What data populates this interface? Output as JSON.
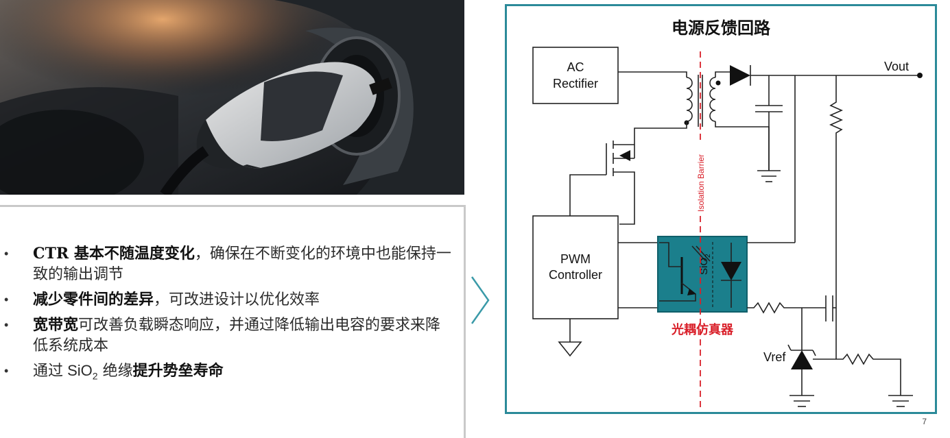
{
  "bullets": [
    {
      "bold": "CTR 基本不随温度变化",
      "rest": "，确保在不断变化的环境中也能保持一致的输出调节"
    },
    {
      "bold": "减少零件间的差异",
      "rest": "，可改进设计以优化效率"
    },
    {
      "bold": "宽带宽",
      "rest": "可改善负载瞬态响应，并通过降低输出电容的要求来降低系统成本"
    },
    {
      "pre": "通过 SiO",
      "sub": "2",
      "mid": " 绝缘",
      "bold": "提升势垒寿命"
    }
  ],
  "diagram": {
    "title": "电源反馈回路",
    "ac_rectifier_line1": "AC",
    "ac_rectifier_line2": "Rectifier",
    "pwm_line1": "PWM",
    "pwm_line2": "Controller",
    "vout_label": "Vout",
    "vref_label": "Vref",
    "isolation_label": "Isolation Barrier",
    "opto_label": "光耦仿真器",
    "sio2_main": "SiO",
    "sio2_sub": "2"
  },
  "page_number": "7",
  "colors": {
    "frame": "#2b8a99",
    "opto_fill": "#1b7f8c",
    "isolation": "#d9202a",
    "opto_text": "#d9202a"
  },
  "icons": {
    "chevron": "chevron-right-icon",
    "photo": "ev-charging-plug-image"
  }
}
